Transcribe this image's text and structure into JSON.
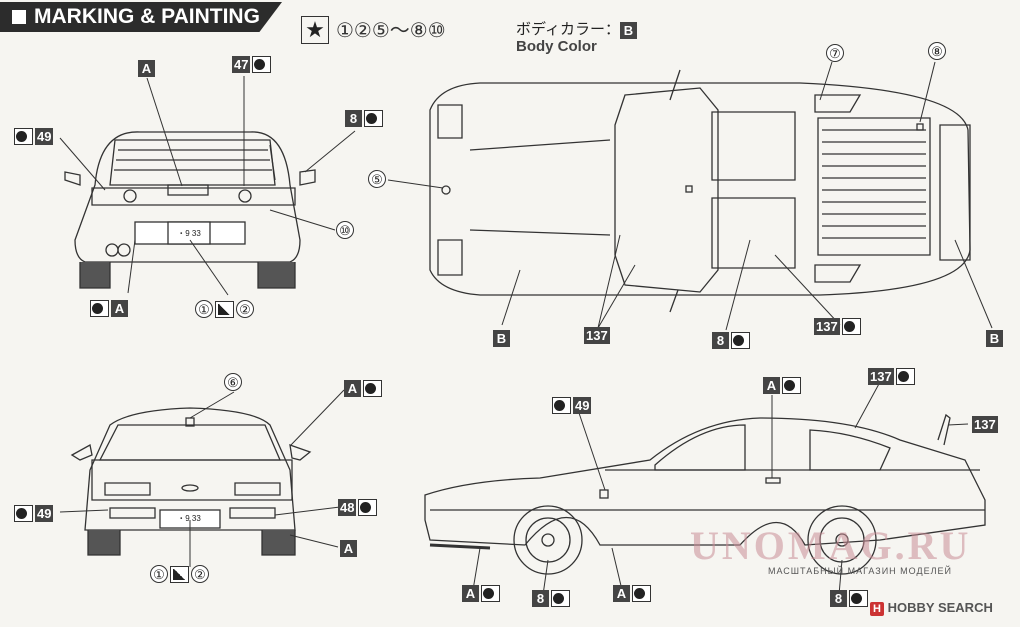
{
  "header": {
    "title": "MARKING & PAINTING"
  },
  "legend": {
    "star": "★",
    "sequence": "①②⑤〜⑧⑩",
    "jp_label": "ボディカラー：",
    "en_label": "Body Color",
    "body_color_code": "B"
  },
  "callouts": [
    {
      "id": "rear-a",
      "code": "A",
      "dot": true
    },
    {
      "id": "rear-47",
      "code": "47",
      "dot": true
    },
    {
      "id": "rear-49",
      "code": "49",
      "dot": true,
      "dot_first": true
    },
    {
      "id": "rear-8",
      "code": "8",
      "dot": true
    },
    {
      "id": "rear-10",
      "num": "⑩"
    },
    {
      "id": "rear-A-bottom",
      "code": "A",
      "dot": true,
      "dot_first": true
    },
    {
      "id": "rear-12",
      "num1": "①",
      "num2": "②"
    },
    {
      "id": "top-7",
      "num": "⑦"
    },
    {
      "id": "top-8",
      "num": "⑧"
    },
    {
      "id": "top-5",
      "num": "⑤"
    },
    {
      "id": "top-B-left",
      "code": "B"
    },
    {
      "id": "top-137-left",
      "code": "137"
    },
    {
      "id": "top-8-bottom",
      "code": "8",
      "dot": true
    },
    {
      "id": "top-137-right",
      "code": "137",
      "dot": true
    },
    {
      "id": "top-B-right",
      "code": "B"
    },
    {
      "id": "front-6",
      "num": "⑥"
    },
    {
      "id": "front-A",
      "code": "A",
      "dot": true
    },
    {
      "id": "front-49",
      "code": "49",
      "dot": true,
      "dot_first": true
    },
    {
      "id": "front-48",
      "code": "48",
      "dot": true
    },
    {
      "id": "front-A-bottom",
      "code": "A"
    },
    {
      "id": "front-12",
      "num1": "①",
      "num2": "②"
    },
    {
      "id": "side-49",
      "code": "49",
      "dot": true,
      "dot_first": true
    },
    {
      "id": "side-A-top",
      "code": "A",
      "dot": true
    },
    {
      "id": "side-137-top",
      "code": "137",
      "dot": true
    },
    {
      "id": "side-137-right",
      "code": "137"
    },
    {
      "id": "side-A-left",
      "code": "A",
      "dot": true
    },
    {
      "id": "side-8-left",
      "code": "8",
      "dot": true
    },
    {
      "id": "side-A-mid",
      "code": "A",
      "dot": true
    },
    {
      "id": "side-8-right",
      "code": "8",
      "dot": true
    }
  ],
  "plate": {
    "rear": "・9 33",
    "front": "・9 33"
  },
  "watermark": {
    "main": "UNOMAG.RU",
    "sub": "МАСШТАБНЫЙ МАГАЗИН МОДЕЛЕЙ",
    "brand": "HOBBY SEARCH",
    "brand_icon": "H"
  },
  "colors": {
    "ink": "#222222",
    "paper": "#f6f5f1",
    "watermark": "#c88c96"
  }
}
